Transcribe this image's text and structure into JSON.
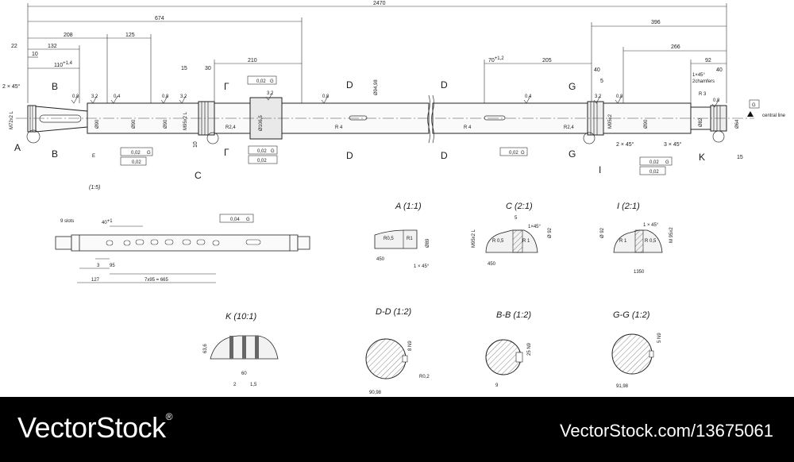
{
  "overall_length": "2470",
  "top_dims": {
    "d674": "674",
    "d396": "396",
    "d266": "266",
    "d208": "208",
    "d132": "132",
    "d125": "125",
    "d22": "22",
    "d10": "10",
    "d110": "110",
    "d110tol": "+1,4",
    "d210": "210",
    "d15": "15",
    "d30": "30",
    "d70": "70",
    "d70tol": "+1,2",
    "d205": "205",
    "d92": "92",
    "d40a": "40",
    "d40b": "40",
    "d5": "5",
    "chamfer_left": "2 × 45°",
    "chamfer_right": "1×45°",
    "chamfers_note": "2chamfers",
    "d15_right": "15",
    "d10_left": "10"
  },
  "diameters": {
    "m72": "M72x2 L",
    "d90a": "Ø90",
    "d90b": "Ø90",
    "d90c": "Ø90",
    "m95a": "M95x2 L",
    "d106": "Ø106,5",
    "d94": "Ø94,98",
    "m95b": "M95x2",
    "d90d": "Ø90",
    "d82": "Ø82",
    "d64": "Ø64"
  },
  "radii": {
    "r24a": "R2,4",
    "r4a": "R 4",
    "r4b": "R 4",
    "r24b": "R2,4",
    "r3": "R 3"
  },
  "tolerance_frames": {
    "tf1_val": "0,02",
    "tf1_ref": "G",
    "tf2_val": "0,02",
    "tf3_val": "0,02",
    "tf3_ref": "G",
    "tf4_val": "0,02",
    "tf5_val": "0,02",
    "tf5_ref": "G",
    "tf6_val": "0,02",
    "tf6_ref": "G",
    "tf7_val": "0,02",
    "tf7_ref": "G",
    "tf8_val": "0,02",
    "tf9_val": "0,04",
    "tf9_ref": "G",
    "datum": "G"
  },
  "rough": {
    "r1": "0,8",
    "r2": "0,4",
    "r3": "0,8",
    "r4": "3,2",
    "r5": "3,2",
    "r6": "0,8",
    "r7": "0,4",
    "r8": "3,2",
    "r9": "0,8",
    "r10": "0,8",
    "r11": "3,2"
  },
  "section_marks": {
    "a": "A",
    "b": "B",
    "e": "E",
    "c": "C",
    "g1": "Г",
    "d": "D",
    "gg": "G",
    "i": "I",
    "k": "K"
  },
  "central_line": "central line",
  "scale_label": "(1:5)",
  "chamfer_mid_a": "2 × 45°",
  "chamfer_mid_b": "3 × 45°",
  "slots_view": {
    "slots": "9 slots",
    "d40": "40",
    "d40tol": "+1",
    "d3": "3",
    "d95": "95",
    "d127": "127",
    "pattern": "7x95 = 665"
  },
  "details": {
    "a_title": "A (1:1)",
    "a_r05": "R0,5",
    "a_r1": "R1",
    "a_89": "Ø89",
    "a_450": "450",
    "a_ch": "1 × 45°",
    "c_title": "C (2:1)",
    "c_m95": "M95x2 L",
    "c_ch": "1×45°",
    "c_92": "Ø 92",
    "c_r05": "R 0,5",
    "c_r1": "R 1",
    "c_450": "450",
    "c_5": "5",
    "i_title": "I (2:1)",
    "i_ch": "1 × 45°",
    "i_92": "Ø 92",
    "i_m95": "M 95x2",
    "i_r1": "R 1",
    "i_r05": "R 0,5",
    "i_1350": "1350",
    "k_title": "K (10:1)",
    "k_636": "63,6",
    "k_60": "60",
    "k_2": "2",
    "k_15": "1,5",
    "dd_title": "D-D (1:2)",
    "dd_8n9": "8 N9",
    "dd_r02": "R0,2",
    "dd_9098": "90,98",
    "bb_title": "B-B (1:2)",
    "bb_25n9": "25 N9",
    "bb_9": "9",
    "gg_title": "G-G (1:2)",
    "gg_5n9": "5 N9",
    "gg_9198": "91,98"
  },
  "footer": {
    "brand": "VectorStock",
    "brand_mark": "®",
    "url": "VectorStock.com/13675061"
  }
}
